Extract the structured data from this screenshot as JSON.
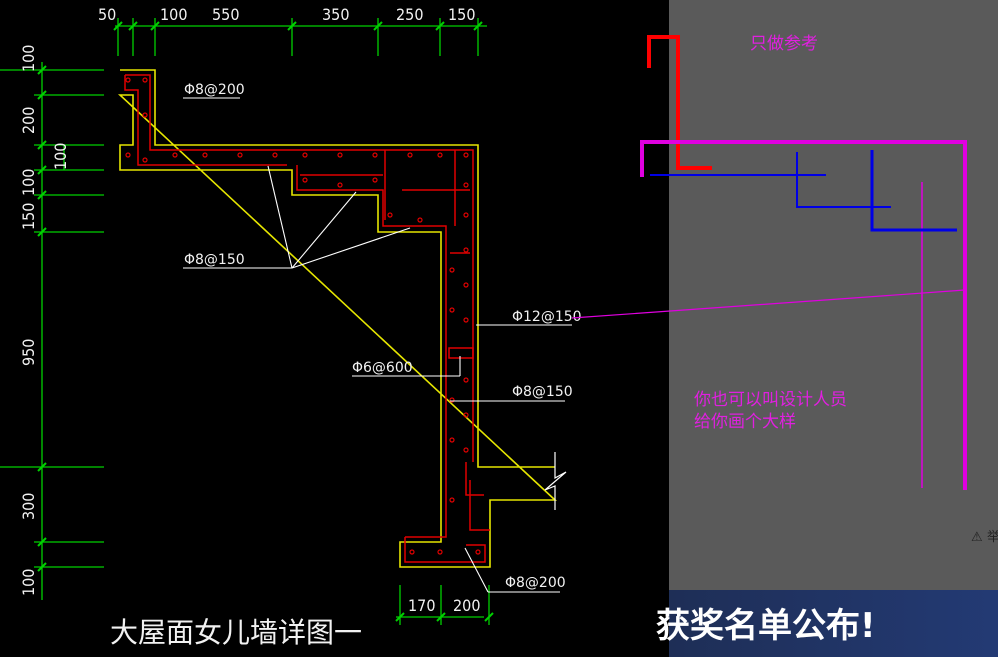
{
  "drawing": {
    "top_dimensions": [
      "50",
      "100",
      "550",
      "350",
      "250",
      "150"
    ],
    "left_dimensions": [
      "100",
      "200",
      "100",
      "100",
      "150",
      "950",
      "300",
      "100"
    ],
    "bottom_dimensions": [
      "170",
      "200"
    ],
    "rebar_labels": [
      "Φ8@200",
      "Φ8@150",
      "Φ12@150",
      "Φ6@600",
      "Φ8@150",
      "Φ8@200"
    ],
    "title": "大屋面女儿墙详图一"
  },
  "annotation": {
    "note_top": "只做参考",
    "note_line1": "你也可以叫设计人员",
    "note_line2": "给你画个大样"
  },
  "banner": {
    "text": "获奖名单公布!",
    "warning_glyph": "⚠",
    "warning_char": "举"
  },
  "colors": {
    "outline": "#e6e600",
    "rebar": "#e00000",
    "dimension": "#00d000",
    "leader": "#ffffff",
    "annotation_magenta": "#e000e0",
    "annotation_blue": "#0000e6",
    "annotation_red": "#ff0000",
    "overlay": "#5a5a5a",
    "banner": "#23386e"
  }
}
